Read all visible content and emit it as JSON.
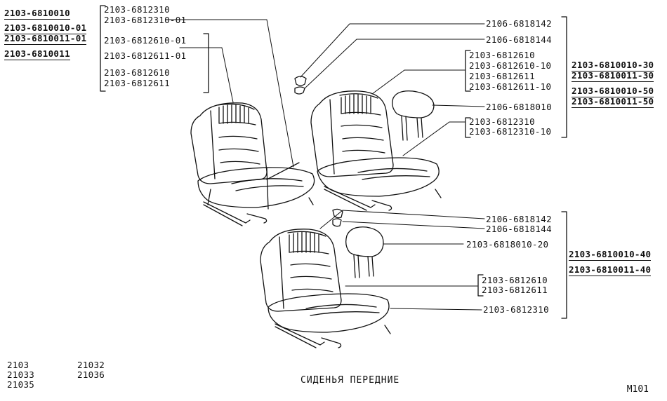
{
  "title": "СИДЕНЬЯ ПЕРЕДНИЕ",
  "sheet_code": "M101",
  "models": [
    "2103",
    "21033",
    "21035",
    "21032",
    "21036"
  ],
  "top_left_codes": [
    "2103-6810010",
    "2103-6810010-01",
    "2103-6810011-01",
    "2103-6810011"
  ],
  "left_seat_parts": [
    "2103-6812310",
    "2103-6812310-01",
    "2103-6812610-01",
    "2103-6812611-01",
    "2103-6812610",
    "2103-6812611"
  ],
  "right_seat_parts": [
    "2106-6818142",
    "2106-6818144",
    "2103-6812610",
    "2103-6812610-10",
    "2103-6812611",
    "2103-6812611-10",
    "2106-6818010",
    "2103-6812310",
    "2103-6812310-10"
  ],
  "right_seat_assemblies": [
    "2103-6810010-30",
    "2103-6810011-30",
    "2103-6810010-50",
    "2103-6810011-50"
  ],
  "bottom_seat_parts": [
    "2106-6818142",
    "2106-6818144",
    "2103-6818010-20",
    "2103-6812610",
    "2103-6812611",
    "2103-6812310"
  ],
  "bottom_seat_assemblies": [
    "2103-6810010-40",
    "2103-6810011-40"
  ]
}
